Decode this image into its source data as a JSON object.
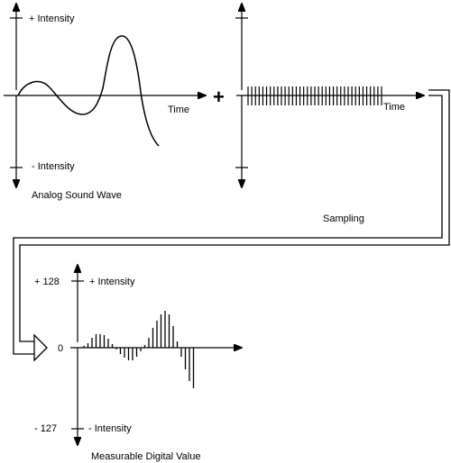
{
  "analog": {
    "pos_label": "+ Intensity",
    "neg_label": "- Intensity",
    "time_label": "Time",
    "caption": "Analog Sound Wave"
  },
  "operator": "+",
  "sampling": {
    "time_label": "Time",
    "caption": "Sampling"
  },
  "digital": {
    "max_value": "+ 128",
    "pos_label": "+ Intensity",
    "zero_value": "0",
    "min_value": "- 127",
    "neg_label": "- Intensity",
    "caption": "Measurable Digital Value",
    "samples": [
      2,
      5,
      11,
      15,
      15,
      14,
      10,
      4,
      -2,
      -7,
      -11,
      -14,
      -14,
      -10,
      -4,
      3,
      11,
      22,
      30,
      37,
      41,
      37,
      24,
      7,
      -10,
      -24,
      -37,
      -45
    ]
  }
}
